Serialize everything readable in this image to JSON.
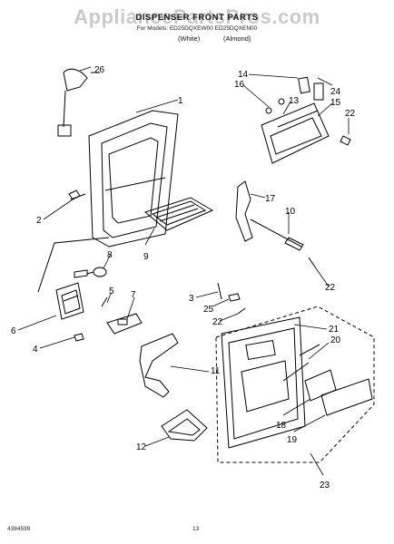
{
  "watermark": "AppliancePartsPros.com",
  "title": "DISPENSER FRONT PARTS",
  "models": "For Models: ED25DQXEW00 ED25DQXEN00",
  "colors_left": "(White)",
  "colors_right": "(Almond)",
  "part_numbers": [
    "26",
    "1",
    "14",
    "24",
    "16",
    "13",
    "15",
    "22",
    "2",
    "17",
    "10",
    "9",
    "8",
    "22",
    "3",
    "25",
    "5",
    "7",
    "22",
    "6",
    "21",
    "20",
    "4",
    "11",
    "18",
    "19",
    "12",
    "23"
  ],
  "footer_left": "4384599",
  "footer_page": "13"
}
